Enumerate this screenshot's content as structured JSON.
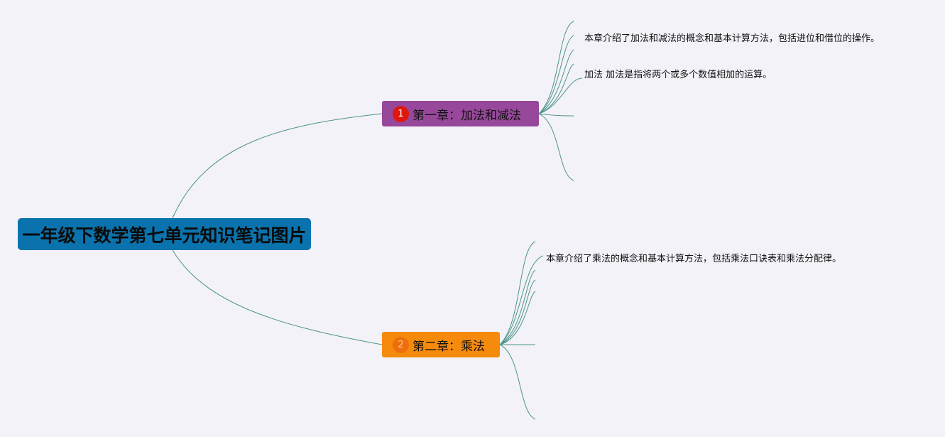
{
  "root": {
    "title": "一年级下数学第七单元知识笔记图片"
  },
  "chapters": [
    {
      "badge": "1",
      "title": "第一章：加法和减法",
      "color": "#97489a",
      "badge_color": "#e0170d",
      "notes": [
        "本章介绍了加法和减法的概念和基本计算方法，包括进位和借位的操作。",
        "加法 加法是指将两个或多个数值相加的运算。"
      ]
    },
    {
      "badge": "2",
      "title": "第二章：乘法",
      "color": "#f58a0c",
      "badge_color": "#ee6d0c",
      "notes": [
        "本章介绍了乘法的概念和基本计算方法，包括乘法口诀表和乘法分配律。"
      ]
    }
  ],
  "colors": {
    "background": "#f3f2f9",
    "root": "#0a73ad",
    "connector": "#4a9488"
  }
}
